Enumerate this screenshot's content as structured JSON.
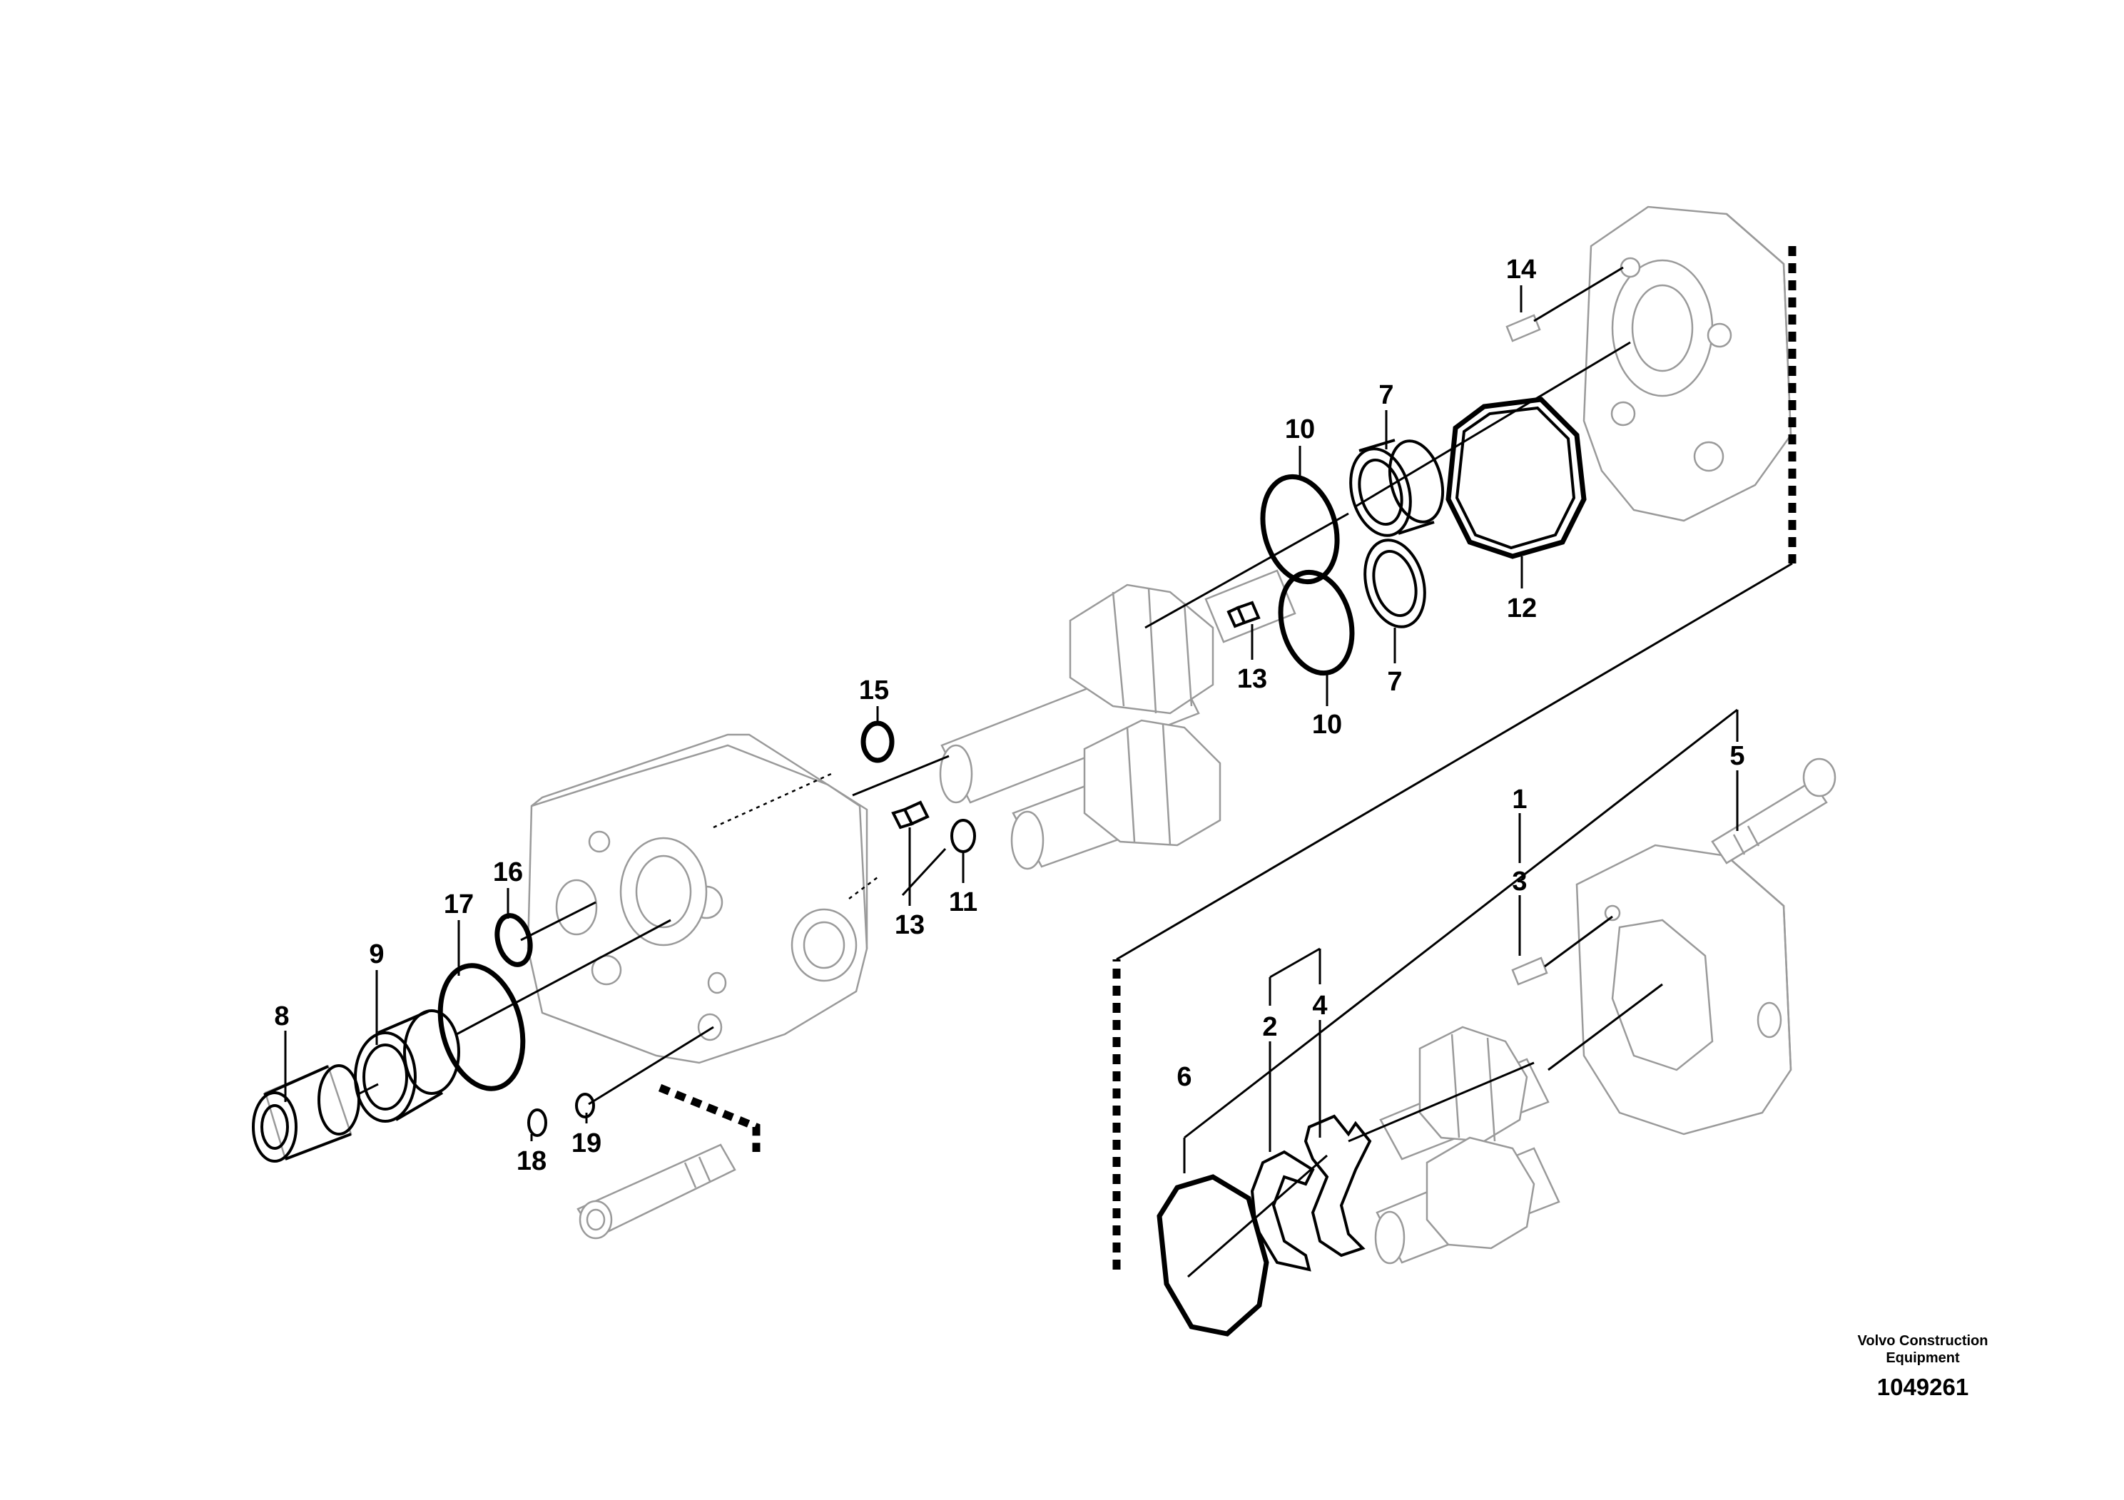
{
  "callouts": {
    "c1": "1",
    "c2": "2",
    "c3": "3",
    "c4": "4",
    "c5": "5",
    "c6": "6",
    "c7a": "7",
    "c7b": "7",
    "c8": "8",
    "c9": "9",
    "c10a": "10",
    "c10b": "10",
    "c11": "11",
    "c12": "12",
    "c13a": "13",
    "c13b": "13",
    "c14": "14",
    "c15": "15",
    "c16": "16",
    "c17": "17",
    "c18": "18",
    "c19": "19"
  },
  "footer": {
    "company_line1": "Volvo Construction",
    "company_line2": "Equipment",
    "document_number": "1049261"
  }
}
